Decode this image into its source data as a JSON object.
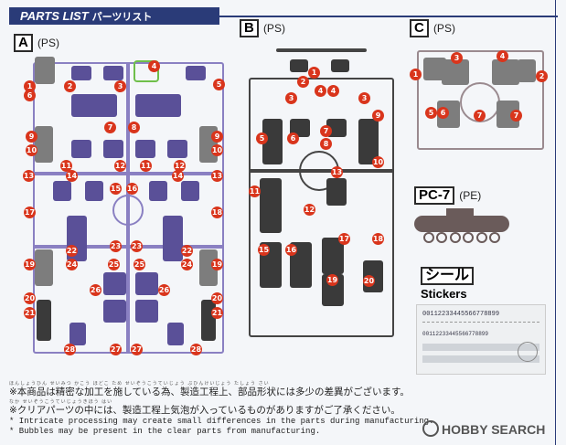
{
  "header": {
    "title": "PARTS LIST",
    "title_jp": "パーツリスト"
  },
  "runners": {
    "A": {
      "letter": "A",
      "material": "(PS)"
    },
    "B": {
      "letter": "B",
      "material": "(PS)"
    },
    "C": {
      "letter": "C",
      "material": "(PS)"
    },
    "PC7": {
      "letter": "PC-7",
      "material": "(PE)"
    }
  },
  "stickers": {
    "title_jp": "シール",
    "title_en": "Stickers",
    "line1": "00112233445566778899",
    "line2": "00112233445566778899"
  },
  "notes": {
    "furigana1": "ほんしょうひん せいみつ かこう ほどこ ため せいぞうこうていじょう ぶひんけいじょう たしょう さい",
    "note1_jp": "※本商品は精密な加工を施している為、製造工程上、部品形状には多少の差異がございます。",
    "furigana2": "なか せいぞうこうていじょうきほう はい",
    "note2_jp": "※クリアパーツの中には、製造工程上気泡が入っているものがありますがご了承ください。",
    "note3_en": "* Intricate processing may create small differences in the parts during manufacturing.",
    "note4_en": "* Bubbles may be present in the clear parts from manufacturing."
  },
  "watermark": "HOBBY SEARCH",
  "colors": {
    "header_bg": "#2a3b78",
    "number_badge": "#d9351c",
    "runner_purple": "#8a80c2"
  }
}
